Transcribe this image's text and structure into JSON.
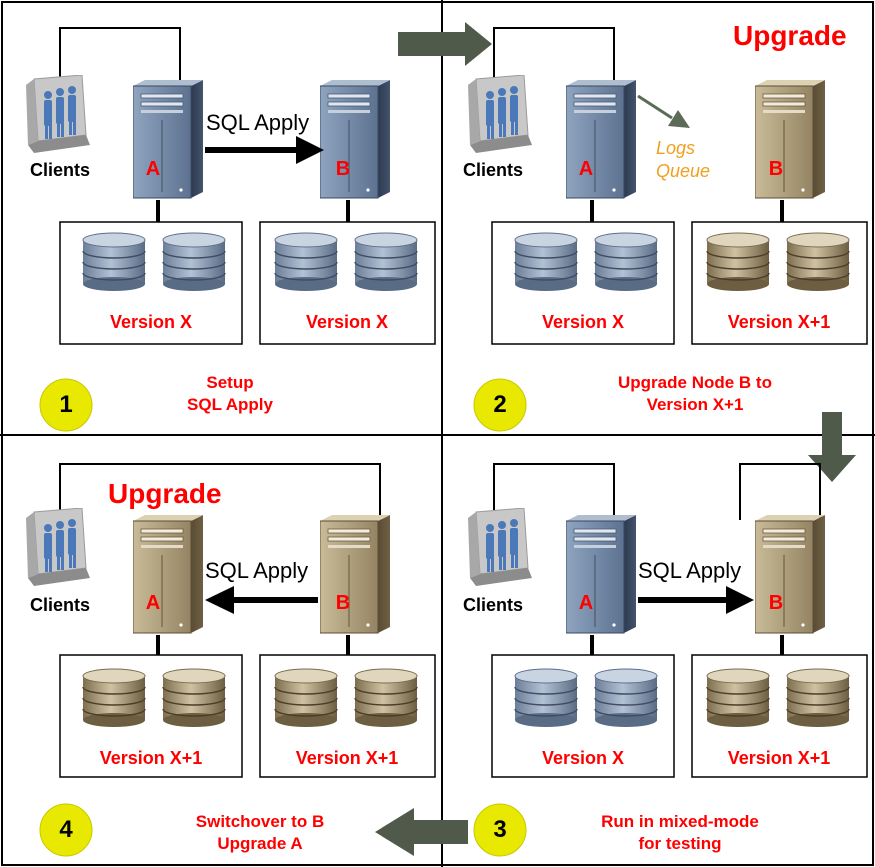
{
  "quadrants": [
    {
      "step": "1",
      "caption": [
        "Setup",
        "SQL Apply"
      ],
      "clients": "Clients",
      "server_a": "A",
      "server_b": "B",
      "sql_apply": "SQL Apply",
      "storage_a": "Version X",
      "storage_b": "Version X"
    },
    {
      "step": "2",
      "caption": [
        "Upgrade Node B to",
        "Version X+1"
      ],
      "clients": "Clients",
      "server_a": "A",
      "server_b": "B",
      "upgrade": "Upgrade",
      "logs_queue": [
        "Logs",
        "Queue"
      ],
      "storage_a": "Version X",
      "storage_b": "Version X+1"
    },
    {
      "step": "3",
      "caption": [
        "Run in mixed-mode",
        "for testing"
      ],
      "clients": "Clients",
      "server_a": "A",
      "server_b": "B",
      "sql_apply": "SQL Apply",
      "storage_a": "Version X",
      "storage_b": "Version X+1"
    },
    {
      "step": "4",
      "caption": [
        "Switchover to B",
        "Upgrade A"
      ],
      "clients": "Clients",
      "server_a": "A",
      "server_b": "B",
      "upgrade": "Upgrade",
      "sql_apply": "SQL Apply",
      "storage_a": "Version X+1",
      "storage_b": "Version X+1"
    }
  ],
  "colors": {
    "blue_server": "#5f7590",
    "tan_server": "#9b8b68",
    "step_circle": "#e8e800",
    "flow_arrow": "#4f5a4b",
    "label_red": "#ff0000",
    "logs_orange": "#f0a020"
  }
}
